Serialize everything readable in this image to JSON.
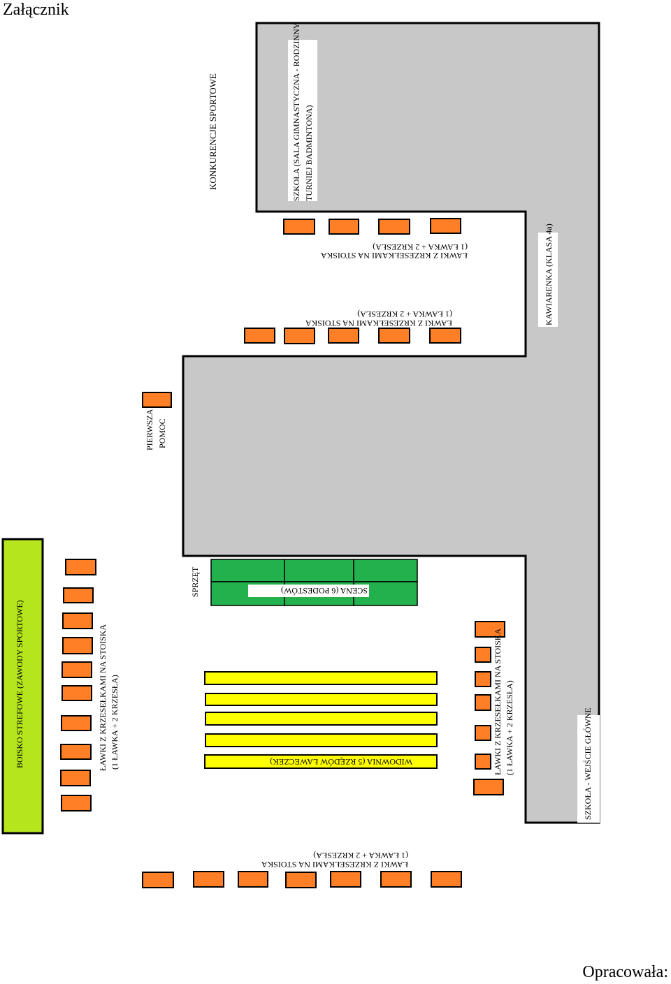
{
  "header": {
    "title": "Załącznik",
    "footer": "Opracowała:"
  },
  "colors": {
    "building": "#c8c8c8",
    "field": "#b5e61d",
    "stage": "#22b14c",
    "stall": "#ff7f27",
    "seat": "#ffff00",
    "outline": "#000000"
  },
  "labels": {
    "sports_competitions": "KONKURENCJE SPORTOWE",
    "school_gym_line1": "SZKOŁA (SALA GIMNASTYCZNA - RODZINNY",
    "school_gym_line2": "TURNIEJ BADMINTONA)",
    "stalls_line1": "ŁAWKI Z KRZESEŁKAMI NA STOISKA",
    "stalls_line2": "(1 ŁAWKA + 2 KRZESŁA)",
    "first_aid_line1": "PIERWSZA",
    "first_aid_line2": "POMOC",
    "cafe": "KAWIARENKA (KLASA 4a)",
    "field": "BOISKO STREFOWE (ZAWODY SPORTOWE)",
    "equipment": "SPRZĘT",
    "stage": "SCENA (6 PODESTÓW)",
    "audience": "WIDOWNIA (5 RZĘDÓW ŁAWECZEK)",
    "main_entrance": "SZKOŁA - WEJŚCIE GŁÓWNE"
  }
}
